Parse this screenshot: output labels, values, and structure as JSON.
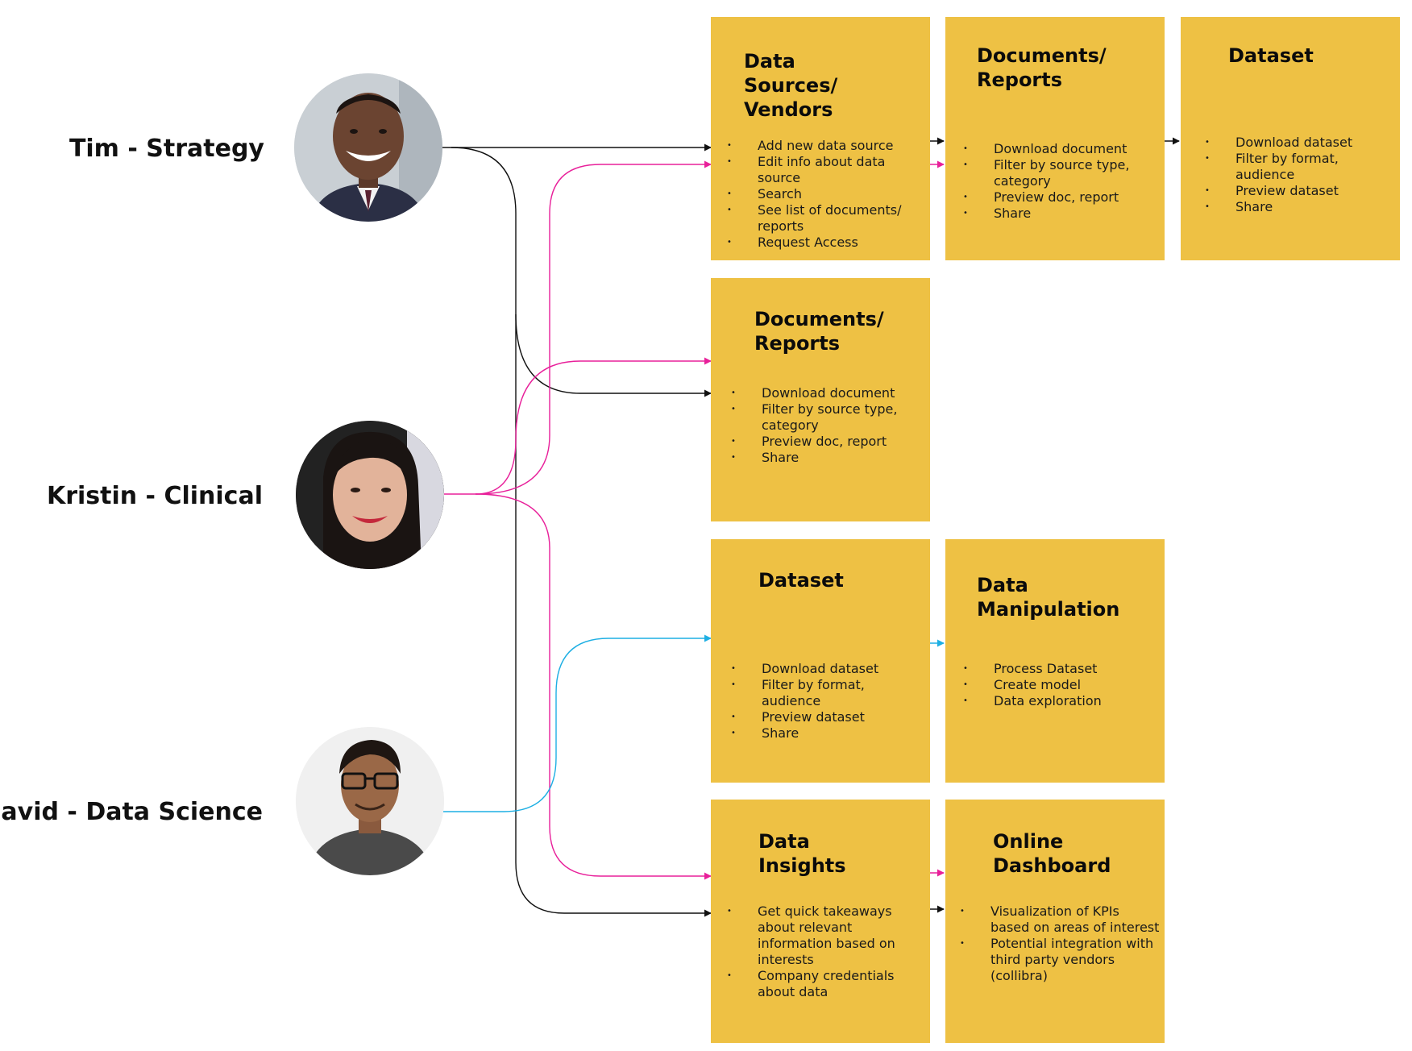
{
  "personas": [
    {
      "name": "Tim - Strategy",
      "avatar_icon": "person-photo-avatar-icon"
    },
    {
      "name": "Kristin - Clinical",
      "avatar_icon": "person-photo-avatar-icon"
    },
    {
      "name": "David - Data Science",
      "avatar_icon": "person-photo-avatar-icon"
    }
  ],
  "colors": {
    "card": "#EEC144",
    "tim_line": "#111111",
    "kristin_line": "#E8209A",
    "david_line": "#1EAFE3"
  },
  "cards": [
    {
      "id": "tim-sources",
      "title": "Data\nSources/\nVendors",
      "items": [
        "Add new data source",
        "Edit info about data source",
        "Search",
        "See list of documents/ reports",
        "Request Access"
      ]
    },
    {
      "id": "tim-docs",
      "title": "Documents/\nReports",
      "items": [
        "Download document",
        "Filter by source type, category",
        "Preview doc, report",
        "Share"
      ]
    },
    {
      "id": "tim-dataset",
      "title": "Dataset",
      "items": [
        "Download dataset",
        "Filter by format, audience",
        "Preview dataset",
        "Share"
      ]
    },
    {
      "id": "shared-docs",
      "title": "Documents/\nReports",
      "items": [
        "Download document",
        "Filter by source type, category",
        "Preview doc, report",
        "Share"
      ]
    },
    {
      "id": "david-dataset",
      "title": "Dataset",
      "items": [
        "Download dataset",
        "Filter by format, audience",
        "Preview dataset",
        "Share"
      ]
    },
    {
      "id": "data-manipulation",
      "title": "Data\nManipulation",
      "items": [
        "Process Dataset",
        "Create model",
        "Data exploration"
      ]
    },
    {
      "id": "data-insights",
      "title": "Data\nInsights",
      "items": [
        "Get quick takeaways about relevant information based on interests",
        "Company credentials about data"
      ]
    },
    {
      "id": "online-dashboard",
      "title": "Online\nDashboard",
      "items": [
        "Visualization of KPIs based on areas of interest",
        "Potential integration with third party vendors (collibra)"
      ]
    }
  ]
}
